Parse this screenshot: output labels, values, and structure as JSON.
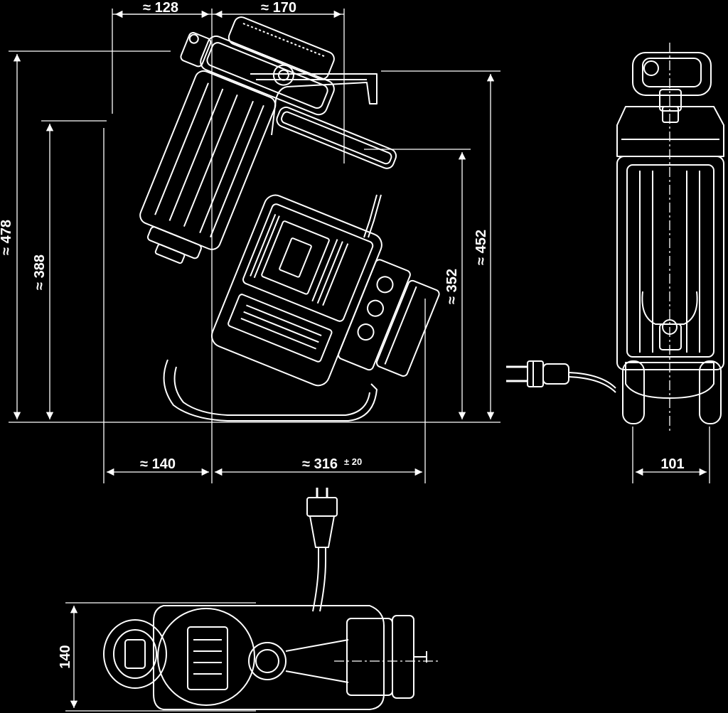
{
  "dimensions": {
    "top_left_width": "≈ 128",
    "top_right_width": "≈ 170",
    "total_height": "≈ 478",
    "inner_height": "≈ 388",
    "right_height_a": "≈ 352",
    "right_height_b": "≈ 452",
    "bottom_left_width": "≈ 140",
    "bottom_right_width_value": "≈ 316",
    "bottom_right_width_tolerance": "± 20",
    "side_view_width": "101",
    "top_view_height": "140"
  },
  "colors": {
    "background": "#000000",
    "line": "#ffffff"
  }
}
